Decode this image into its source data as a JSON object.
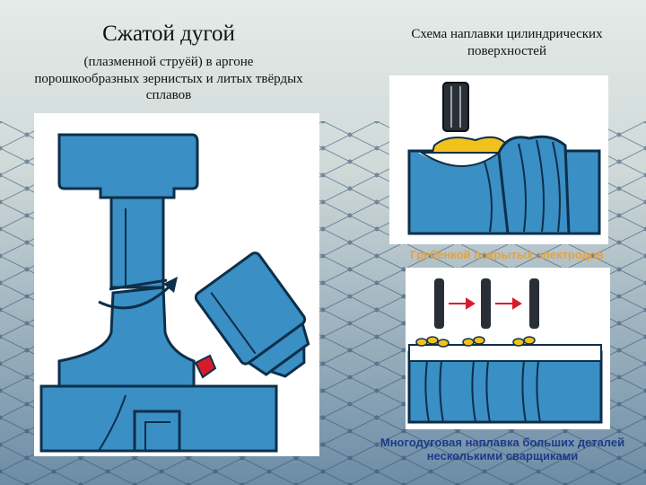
{
  "left": {
    "title": "Сжатой дугой",
    "subtitle": "(плазменной струёй) в аргоне порошкообразных зернистых и литых твёрдых сплавов"
  },
  "right": {
    "title": "Схема наплавки цилиндрических поверхностей",
    "caption_top": "Гребёнкой покрытых электродов",
    "caption_bottom": "Многодуговая наплавка больших деталей несколькими сварщиками"
  },
  "colors": {
    "background_top": "#dfe6e3",
    "background_bottom": "#6f8fa8",
    "metal_blue": "#3a8fc4",
    "outline": "#0d2f4a",
    "weld_yellow": "#f2c21c",
    "caption_top_color": "#e8a23a",
    "caption_bottom_color": "#1e3a8a",
    "arc_red": "#d81b2b"
  }
}
